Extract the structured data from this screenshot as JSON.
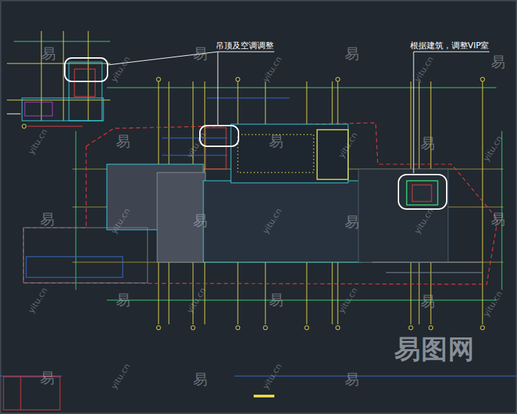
{
  "diagram": {
    "labels": [
      "吊顶及空调调整",
      "根据建筑，调整VIP室",
      "易图网",
      "易",
      "易",
      "易",
      "易",
      "易",
      "易",
      "易",
      "易",
      "易",
      "易",
      "易",
      "易",
      "易",
      "易",
      "易",
      "易",
      "易",
      "yitu.cn",
      "yitu.cn",
      "yitu.cn",
      "yitu.cn",
      "yitu.cn",
      "yitu.cn",
      "yitu.cn",
      "yitu.cn",
      "yitu.cn",
      "yitu.cn",
      "yitu.cn",
      "yitu.cn",
      "yitu.cn",
      "yitu.cn",
      "yitu.cn",
      "yitu.cn"
    ]
  }
}
